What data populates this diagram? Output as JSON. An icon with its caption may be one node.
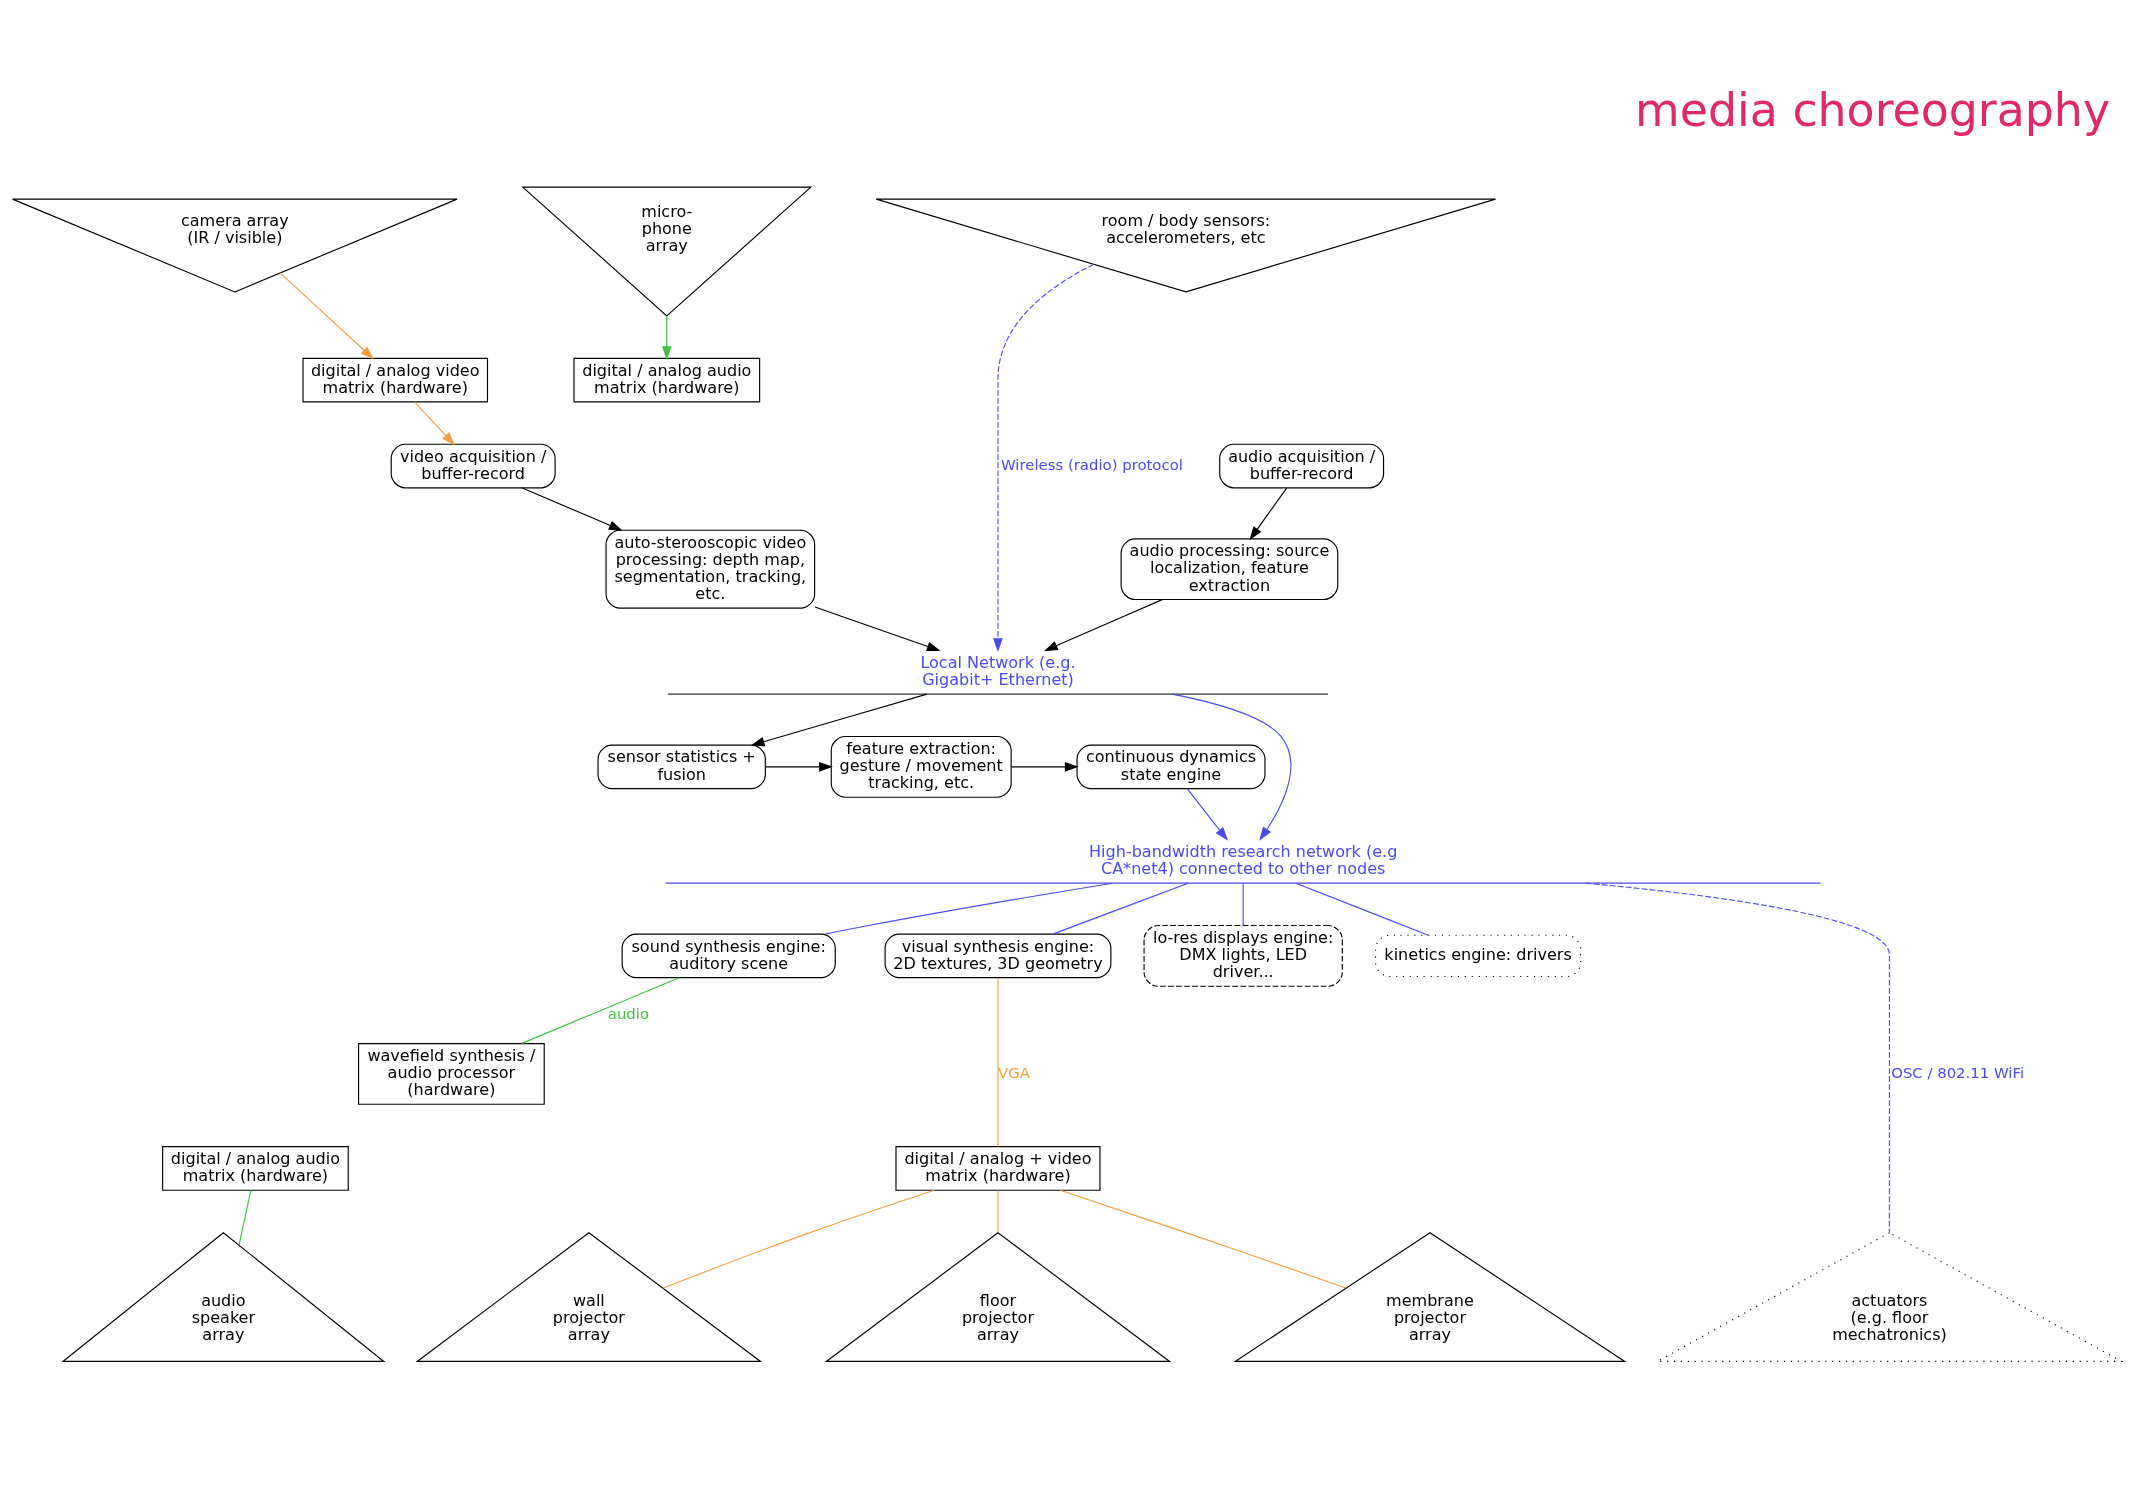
{
  "diagram": {
    "title": "media choreography",
    "nodes": [
      {
        "text": [
          "camera array (IR / visible)"
        ]
      },
      {
        "text": [
          "micro- phone array"
        ]
      },
      {
        "text": [
          "room / body sensors: accelerometers, etc"
        ]
      },
      {
        "text": [
          "digital / analog video matrix (hardware)"
        ]
      },
      {
        "text": [
          "digital / analog audio matrix (hardware)"
        ]
      },
      {
        "text": [
          "video acquisition / buffer-record"
        ]
      },
      {
        "text": [
          "audio acquisition / buffer-record"
        ]
      },
      {
        "text": [
          "auto-sterooscopic video processing: depth map, segmentation, tracking, etc."
        ]
      },
      {
        "text": [
          "audio processing: source localization, feature extraction"
        ]
      },
      {
        "text": [
          "Local Network (e.g. Gigabit+ Ethernet)"
        ]
      },
      {
        "text": [
          "sensor statistics + fusion"
        ]
      },
      {
        "text": [
          "feature extraction: gesture / movement tracking, etc."
        ]
      },
      {
        "text": [
          "continuous dynamics state engine"
        ]
      },
      {
        "text": [
          "High-bandwidth research network (e.g CA*net4) connected to other nodes"
        ]
      },
      {
        "text": [
          "sound synthesis engine: auditory scene"
        ]
      },
      {
        "text": [
          "visual synthesis engine: 2D textures, 3D geometry"
        ]
      },
      {
        "text": [
          "lo-res displays engine: DMX lights, LED driver..."
        ]
      },
      {
        "text": [
          "kinetics engine: drivers"
        ]
      },
      {
        "text": [
          "wavefield synthesis / audio processor (hardware)"
        ]
      },
      {
        "text": [
          "digital / analog + video matrix (hardware)"
        ]
      },
      {
        "text": [
          "digital / analog audio matrix (hardware)"
        ]
      },
      {
        "text": [
          "audio speaker array"
        ]
      },
      {
        "text": [
          "wall projector array"
        ]
      },
      {
        "text": [
          "floor projector array"
        ]
      },
      {
        "text": [
          "membrane projector array"
        ]
      },
      {
        "text": [
          "actuators (e.g. floor mechatronics)"
        ]
      }
    ],
    "edges": [
      {
        "from": 0,
        "to": 3,
        "arrow": "to",
        "color": "#f0a040"
      },
      {
        "from": 1,
        "to": 4,
        "arrow": "to",
        "color": "#40c040"
      },
      {
        "from": 3,
        "to": 5,
        "arrow": "to",
        "color": "#f0a040"
      },
      {
        "from": 5,
        "to": 7,
        "arrow": "to",
        "color": "#000000"
      },
      {
        "from": 6,
        "to": 8,
        "arrow": "to",
        "color": "#000000"
      },
      {
        "from": 7,
        "to": 9,
        "arrow": "to",
        "color": "#000000"
      },
      {
        "from": 8,
        "to": 9,
        "arrow": "to",
        "color": "#000000"
      },
      {
        "from": 2,
        "to": 9,
        "arrow": "to",
        "label": "Wireless (radio) protocol",
        "style": "dashed",
        "color": "#4a4af0"
      },
      {
        "from": 9,
        "to": 10,
        "arrow": "to",
        "color": "#000000"
      },
      {
        "from": 10,
        "to": 11,
        "arrow": "to",
        "color": "#000000"
      },
      {
        "from": 11,
        "to": 12,
        "arrow": "to",
        "color": "#000000"
      },
      {
        "from": 9,
        "to": 13,
        "arrow": "to",
        "color": "#4a4af0"
      },
      {
        "from": 12,
        "to": 13,
        "arrow": "to",
        "color": "#4a4af0"
      },
      {
        "from": 13,
        "to": 14,
        "arrow": "none",
        "color": "#4a4af0"
      },
      {
        "from": 13,
        "to": 15,
        "arrow": "none",
        "color": "#4a4af0"
      },
      {
        "from": 13,
        "to": 16,
        "arrow": "none",
        "color": "#4a4af0"
      },
      {
        "from": 13,
        "to": 17,
        "arrow": "none",
        "color": "#4a4af0"
      },
      {
        "from": 13,
        "to": 25,
        "arrow": "none",
        "label": "OSC / 802.11 WiFi",
        "style": "dashed",
        "color": "#4a4af0"
      },
      {
        "from": 14,
        "to": 18,
        "arrow": "none",
        "label": "audio",
        "color": "#40c040"
      },
      {
        "from": 15,
        "to": 19,
        "arrow": "none",
        "label": "VGA",
        "color": "#f0a040"
      },
      {
        "from": 19,
        "to": 22,
        "arrow": "none",
        "color": "#f0a040"
      },
      {
        "from": 19,
        "to": 23,
        "arrow": "none",
        "color": "#f0a040"
      },
      {
        "from": 19,
        "to": 24,
        "arrow": "none",
        "color": "#f0a040"
      },
      {
        "from": 20,
        "to": 21,
        "arrow": "none",
        "color": "#40c040"
      }
    ]
  }
}
